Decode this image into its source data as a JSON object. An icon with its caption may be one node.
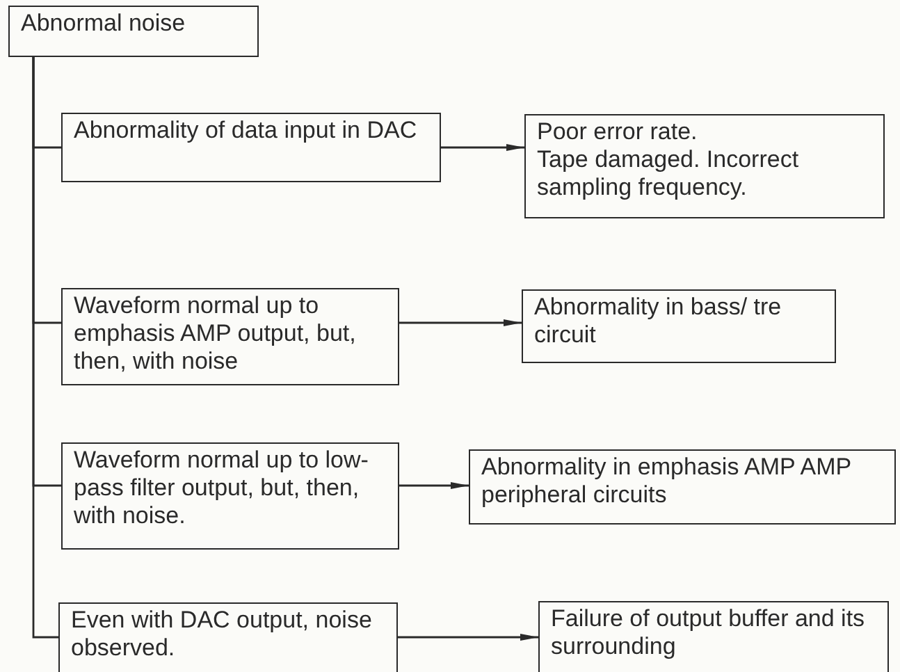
{
  "diagram": {
    "nodes": [
      {
        "text": [
          "Abnormal noise"
        ]
      },
      {
        "text": [
          "Abnormality of data input in DAC"
        ]
      },
      {
        "text": [
          "Poor error rate.",
          "Tape damaged. Incorrect sampling frequency."
        ]
      },
      {
        "text": [
          "Waveform normal up to emphasis AMP output, but, then, with noise"
        ]
      },
      {
        "text": [
          "Abnormality in bass/ tre circuit"
        ]
      },
      {
        "text": [
          "Waveform normal up to low-pass filter output, but, then, with noise."
        ]
      },
      {
        "text": [
          "Abnormality in emphasis AMP AMP peripheral circuits"
        ]
      },
      {
        "text": [
          "Even with DAC output, noise observed."
        ]
      },
      {
        "text": [
          "Failure of output buffer and its surrounding"
        ]
      }
    ],
    "edges": [
      {
        "from": 0,
        "to": 1,
        "arrow": "none"
      },
      {
        "from": 1,
        "to": 2,
        "arrow": "to"
      },
      {
        "from": 0,
        "to": 3,
        "arrow": "none"
      },
      {
        "from": 3,
        "to": 4,
        "arrow": "to"
      },
      {
        "from": 0,
        "to": 5,
        "arrow": "none"
      },
      {
        "from": 5,
        "to": 6,
        "arrow": "to"
      },
      {
        "from": 0,
        "to": 7,
        "arrow": "none"
      },
      {
        "from": 7,
        "to": 8,
        "arrow": "to"
      }
    ]
  }
}
